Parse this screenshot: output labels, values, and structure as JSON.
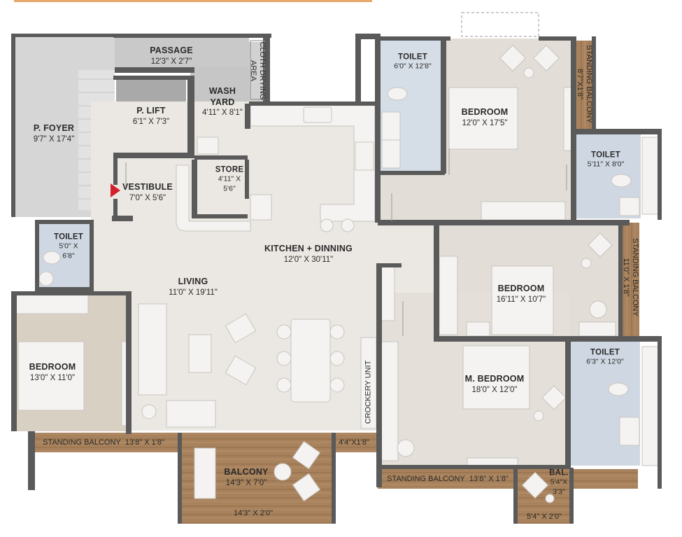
{
  "rooms": {
    "p_foyer": {
      "name": "P. FOYER",
      "dim": "9'7\" X 17'4\""
    },
    "passage": {
      "name": "PASSAGE",
      "dim": "12'3\" X 2'7\""
    },
    "p_lift": {
      "name": "P. LIFT",
      "dim": "6'1\" X 7'3\""
    },
    "wash_yard": {
      "name": "WASH YARD",
      "name_l1": "WASH",
      "name_l2": "YARD",
      "dim": "4'11\" X 8'1\""
    },
    "cloth_drying": {
      "name_l1": "CLOTH DRYING",
      "name_l2": "AREA"
    },
    "store": {
      "name": "STORE",
      "dim_l1": "4'11\" X",
      "dim_l2": "5'6\""
    },
    "vestibule": {
      "name": "VESTIBULE",
      "dim": "7'0\" X 5'6\""
    },
    "toilet_left": {
      "name": "TOILET",
      "dim_l1": "5'0\" X",
      "dim_l2": "6'8\""
    },
    "living": {
      "name": "LIVING",
      "dim": "11'0\" X 19'11\""
    },
    "kitchen": {
      "name": "KITCHEN + DINNING",
      "dim": "12'0\" X 30'11\""
    },
    "bedroom_left": {
      "name": "BEDROOM",
      "dim": "13'0\" X 11'0\""
    },
    "toilet_top": {
      "name": "TOILET",
      "dim": "6'0\" X 12'8\""
    },
    "bedroom_top": {
      "name": "BEDROOM",
      "dim": "12'0\" X 17'5\""
    },
    "standing_balcony_tr": {
      "name": "STANDING BALCONY",
      "dim": "8'7\"X1'8\""
    },
    "toilet_right": {
      "name": "TOILET",
      "dim": "5'11\" X 8'0\""
    },
    "standing_balcony_mr": {
      "name": "STANDING BALCONY",
      "dim": "11'0\" X 1'8\""
    },
    "bedroom_mid": {
      "name": "BEDROOM",
      "dim": "16'11\" X 10'7\""
    },
    "m_bedroom": {
      "name": "M. BEDROOM",
      "dim": "18'0\" X 12'0\""
    },
    "toilet_master": {
      "name": "TOILET",
      "dim": "6'3\" X 12'0\""
    },
    "crockery": {
      "name": "CROCKERY UNIT"
    },
    "standing_balcony_left": {
      "name": "STANDING BALCONY",
      "dim": "13'8\" X 1'8\""
    },
    "small_balcony_dim": {
      "dim": "4'4\"X1'8\""
    },
    "balcony": {
      "name": "BALCONY",
      "dim": "14'3\" X 7'0\"",
      "dim2": "14'3\" X 2'0\""
    },
    "standing_balcony_right": {
      "name": "STANDING BALCONY",
      "dim": "13'8\" X 1'8\""
    },
    "bal": {
      "name": "BAL.",
      "dim_l1": "5'4\"X",
      "dim_l2": "3'3\"",
      "dim2": "5'4\" X 2'0\""
    }
  },
  "colors": {
    "wall": "#5a5a5a",
    "floor": "#ebe8e3",
    "bedroom_floor": "#e2ddd6",
    "master_floor": "#e4dfd8",
    "left_bed_floor": "#d9d0c4",
    "toilet_floor": "#cfd8e2",
    "wood": "#a8825c",
    "foyer": "#d8d8d8",
    "lift": "#a9a9a9",
    "accent_top": "#e8a86b",
    "furniture": "#f4f3f1",
    "arrow": "#d4202a"
  }
}
